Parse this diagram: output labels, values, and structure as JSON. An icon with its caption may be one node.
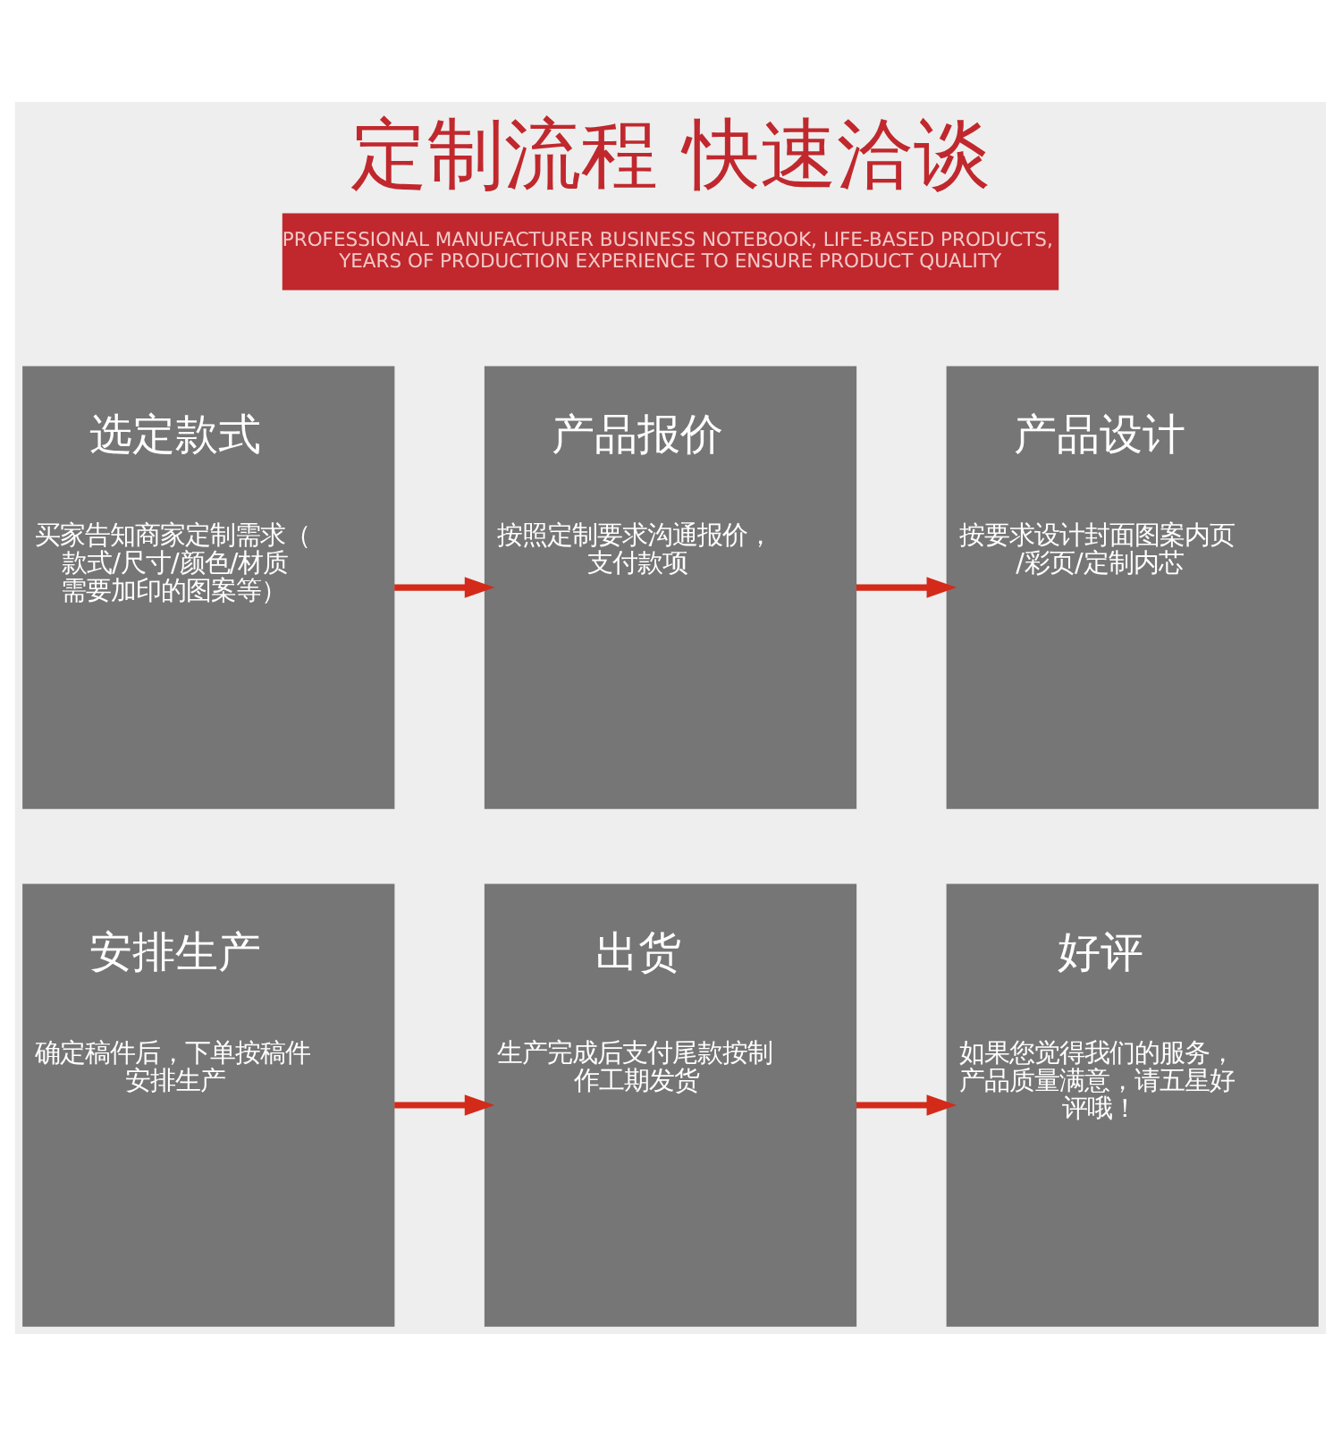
{
  "diagram": {
    "title": "定制流程 快速洽谈",
    "nodes": [
      {
        "text": [
          "选定款式",
          "买家告知商家定制需求（款式/尺寸/颜色/材质需要加印的图案等）"
        ]
      },
      {
        "text": [
          "产品报价",
          "按照定制要求沟通报价，支付款项"
        ]
      },
      {
        "text": [
          "产品设计",
          "按要求设计封面图案内页/彩页/定制内芯"
        ]
      },
      {
        "text": [
          "安排生产",
          "确定稿件后，下单按稿件安排生产"
        ]
      },
      {
        "text": [
          "出货",
          "生产完成后支付尾款按制作工期发货"
        ]
      },
      {
        "text": [
          "好评",
          "如果您觉得我们的服务，产品质量满意，请五星好评哦！"
        ]
      }
    ],
    "edges": [
      {
        "from": 0,
        "to": 1,
        "arrow": "to"
      },
      {
        "from": 1,
        "to": 2,
        "arrow": "to"
      },
      {
        "from": 3,
        "to": 4,
        "arrow": "to"
      },
      {
        "from": 4,
        "to": 5,
        "arrow": "to"
      }
    ],
    "labels": [
      "PROFESSIONAL MANUFACTURER BUSINESS NOTEBOOK, LIFE-BASED PRODUCTS, YEARS OF PRODUCTION EXPERIENCE TO ENSURE PRODUCT QUALITY"
    ]
  }
}
